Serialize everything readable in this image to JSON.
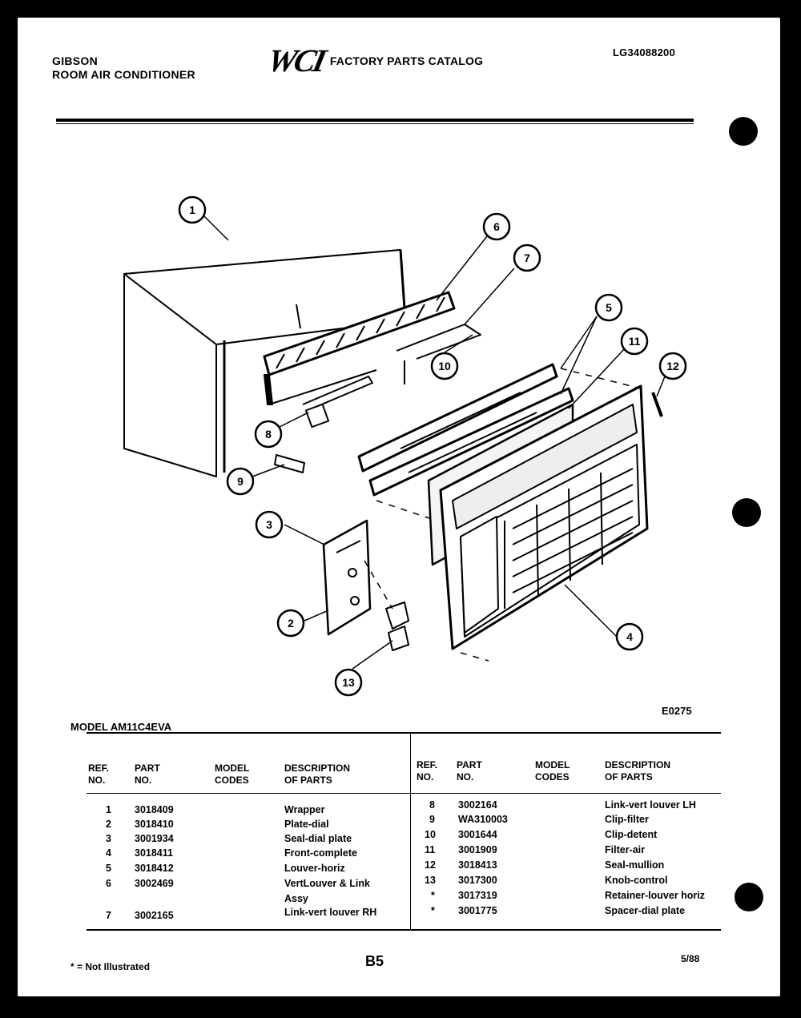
{
  "header": {
    "brand": "GIBSON",
    "product": "ROOM AIR CONDITIONER",
    "logo": "WCI",
    "catalog_title": "FACTORY PARTS CATALOG",
    "catalog_code": "LG34088200"
  },
  "diagram": {
    "figure_code": "E0275",
    "callouts": [
      "1",
      "2",
      "3",
      "4",
      "5",
      "6",
      "7",
      "8",
      "9",
      "10",
      "11",
      "12",
      "13"
    ]
  },
  "table": {
    "model": "MODEL AM11C4EVA",
    "headers_left": {
      "ref": "REF.\nNO.",
      "part": "PART\nNO.",
      "model_codes": "MODEL\nCODES",
      "description": "DESCRIPTION\nOF PARTS"
    },
    "headers_right": {
      "ref": "REF.\nNO.",
      "part": "PART\nNO.",
      "model_codes": "MODEL\nCODES",
      "description": "DESCRIPTION\nOF PARTS"
    },
    "left_rows": [
      {
        "ref": "1",
        "part": "3018409",
        "desc": "Wrapper"
      },
      {
        "ref": "2",
        "part": "3018410",
        "desc": "Plate-dial"
      },
      {
        "ref": "3",
        "part": "3001934",
        "desc": "Seal-dial plate"
      },
      {
        "ref": "4",
        "part": "3018411",
        "desc": "Front-complete"
      },
      {
        "ref": "5",
        "part": "3018412",
        "desc": "Louver-horiz"
      },
      {
        "ref": "6",
        "part": "3002469",
        "desc": "VertLouver & Link"
      },
      {
        "ref": "",
        "part": "",
        "desc": "Assy"
      },
      {
        "ref": "7",
        "part": "3002165",
        "desc": "Link-vert louver RH"
      }
    ],
    "right_rows": [
      {
        "ref": "8",
        "part": "3002164",
        "desc": "Link-vert louver LH"
      },
      {
        "ref": "9",
        "part": "WA310003",
        "desc": "Clip-filter"
      },
      {
        "ref": "10",
        "part": "3001644",
        "desc": "Clip-detent"
      },
      {
        "ref": "11",
        "part": "3001909",
        "desc": "Filter-air"
      },
      {
        "ref": "12",
        "part": "3018413",
        "desc": "Seal-mullion"
      },
      {
        "ref": "13",
        "part": "3017300",
        "desc": "Knob-control"
      },
      {
        "ref": "*",
        "part": "3017319",
        "desc": "Retainer-louver horiz"
      },
      {
        "ref": "*",
        "part": "3001775",
        "desc": "Spacer-dial plate"
      }
    ]
  },
  "footer": {
    "note": "* = Not Illustrated",
    "page": "B5",
    "date": "5/88"
  }
}
